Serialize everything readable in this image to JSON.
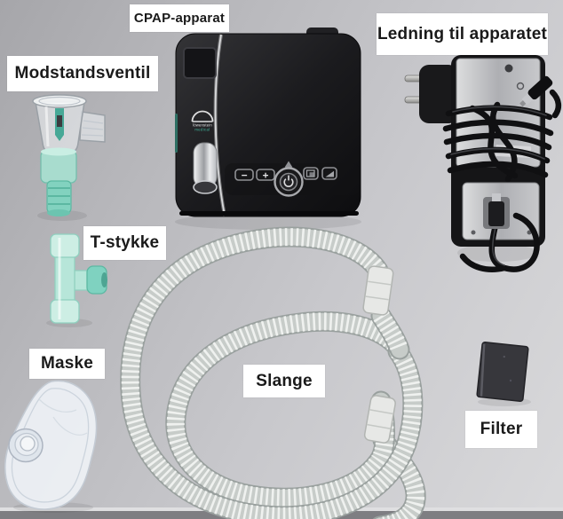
{
  "labels": {
    "cpap_apparat": "CPAP-apparat",
    "ledning_til_apparatet": "Ledning til apparatet",
    "modstandsventil": "Modstandsventil",
    "t_stykke": "T-stykke",
    "maske": "Maske",
    "slange": "Slange",
    "filter": "Filter"
  },
  "device": {
    "logo": {
      "line1": "löwenstein",
      "line2": "medical"
    },
    "buttons": {
      "minus": "−",
      "plus": "+"
    },
    "icons": [
      "power-icon",
      "display-icon",
      "ramp-icon"
    ]
  },
  "colors": {
    "background_top_left": "#a6a6aa",
    "background_bottom_right": "#d9d9db",
    "label_background": "#ffffff",
    "label_text": "#1a1a1a",
    "device_body": "#1b1b1e",
    "hose_gray": "#c7ccc9",
    "connector_teal": "#8ad8c6",
    "filter_foam": "#38383d",
    "adapter_metal": "#c3c4c8",
    "table_edge": "#7e7e82"
  }
}
